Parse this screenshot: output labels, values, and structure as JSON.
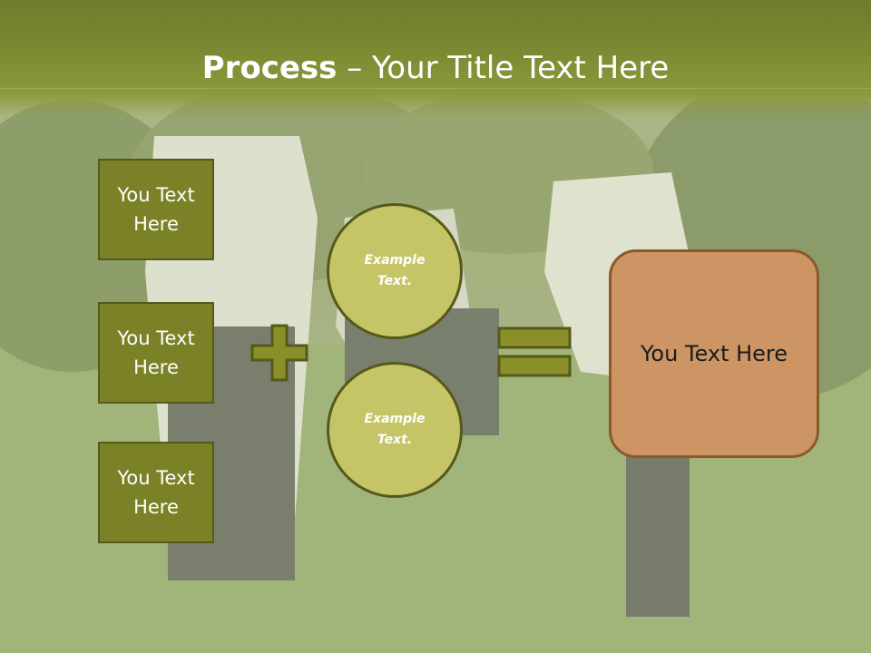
{
  "slide": {
    "title_bold": "Process",
    "title_rest": " – Your Title Text Here",
    "boxes": [
      "You Text Here",
      "You Text Here",
      "You Text Here"
    ],
    "circles": [
      "Example Text.",
      "Example Text."
    ],
    "result_text": "You Text Here",
    "plus_icon": "plus-icon",
    "equals_icon": "equals-icon"
  },
  "colors": {
    "header_green": "#7c8a32",
    "box_olive": "#7b8126",
    "circle_lime": "#c5c567",
    "result_tan": "#cc9563",
    "operator_fill": "#8a8f2a"
  }
}
